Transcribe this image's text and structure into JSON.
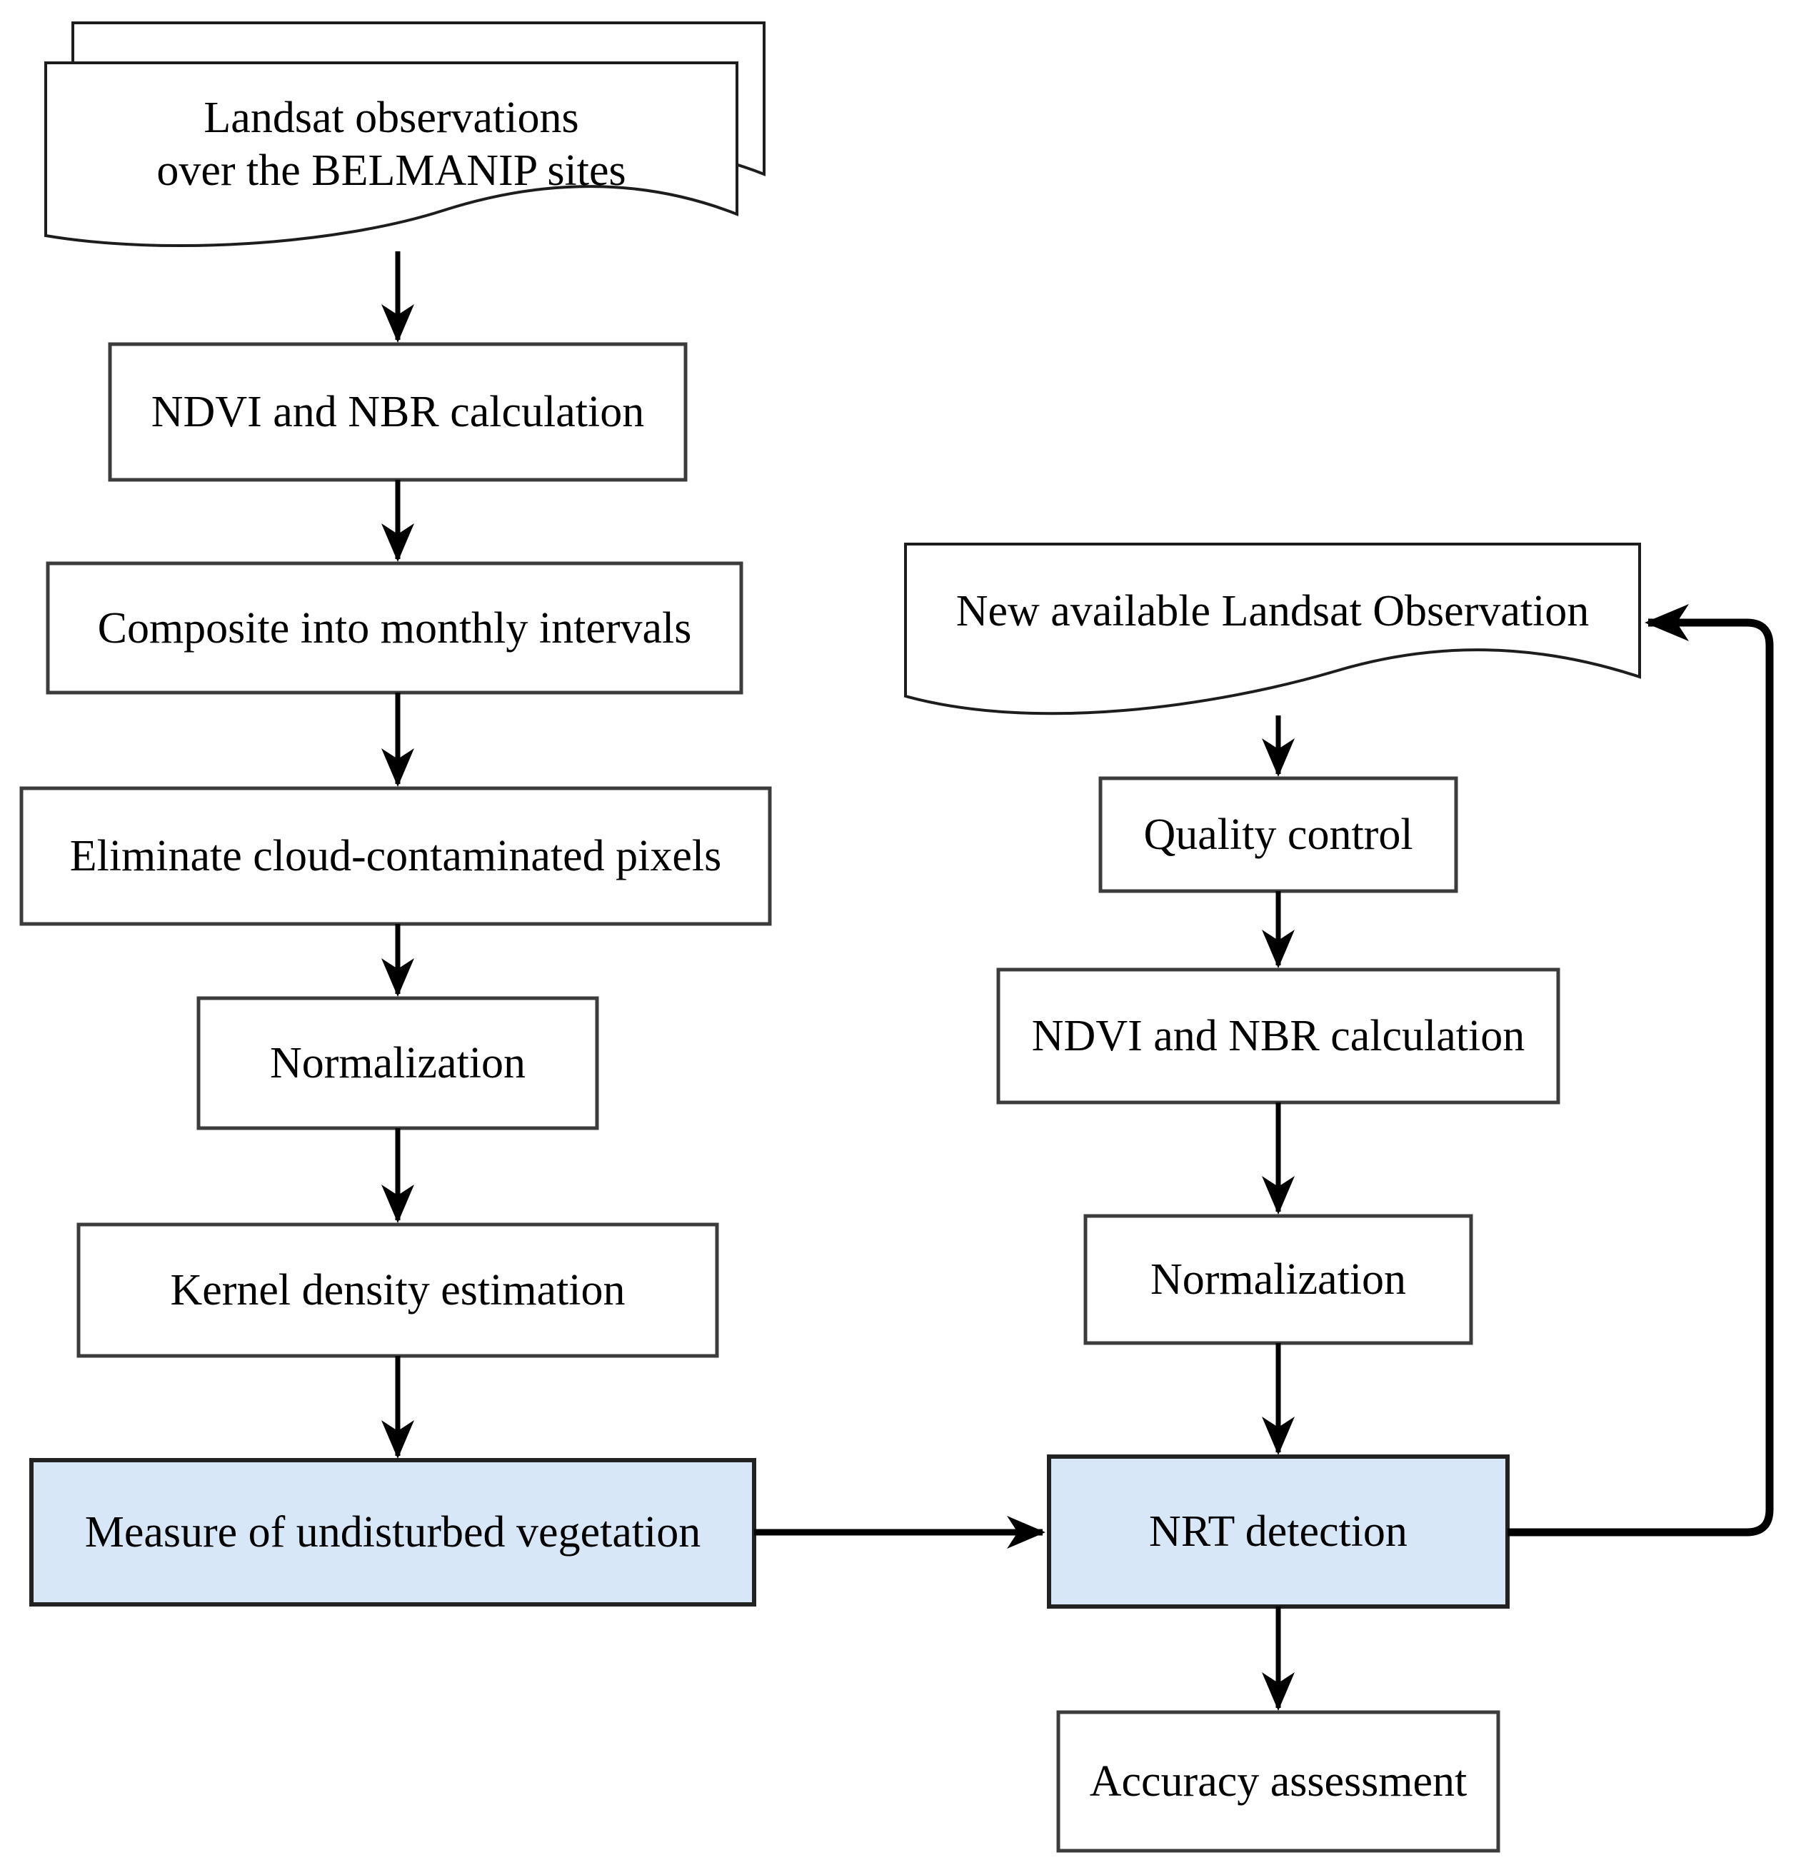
{
  "diagram": {
    "type": "flowchart",
    "colors": {
      "background": "#ffffff",
      "accent_fill": "#d7e7f8",
      "box_border": "#3c3c3c",
      "highlight_border": "#222222",
      "line_color": "#000000"
    },
    "nodes": {
      "landsat_doc": {
        "shape": "document-stack",
        "line1": "Landsat observations",
        "line2": "over the BELMANIP sites"
      },
      "ndvi_left": {
        "shape": "process",
        "label": "NDVI and NBR calculation"
      },
      "composite": {
        "shape": "process",
        "label": "Composite into monthly intervals"
      },
      "eliminate": {
        "shape": "process",
        "label": "Eliminate cloud-contaminated pixels"
      },
      "normalization_left": {
        "shape": "process",
        "label": "Normalization"
      },
      "kernel": {
        "shape": "process",
        "label": "Kernel density estimation"
      },
      "measure": {
        "shape": "process-highlighted",
        "label": "Measure of undisturbed vegetation"
      },
      "new_obs_doc": {
        "shape": "document",
        "label": "New available Landsat Observation"
      },
      "quality": {
        "shape": "process",
        "label": "Quality control"
      },
      "ndvi_right": {
        "shape": "process",
        "label": "NDVI and NBR calculation"
      },
      "normalization_right": {
        "shape": "process",
        "label": "Normalization"
      },
      "nrt": {
        "shape": "process-highlighted",
        "label": "NRT detection"
      },
      "accuracy": {
        "shape": "process",
        "label": "Accuracy assessment"
      }
    },
    "flows": {
      "left_chain": "landsat_doc > ndvi_left > composite > eliminate > normalization_left > kernel > measure",
      "right_chain": "new_obs_doc > quality > ndvi_right > normalization_right > nrt > accuracy",
      "cross_link": "measure > nrt",
      "feedback_loop": "nrt > new_obs_doc"
    }
  }
}
